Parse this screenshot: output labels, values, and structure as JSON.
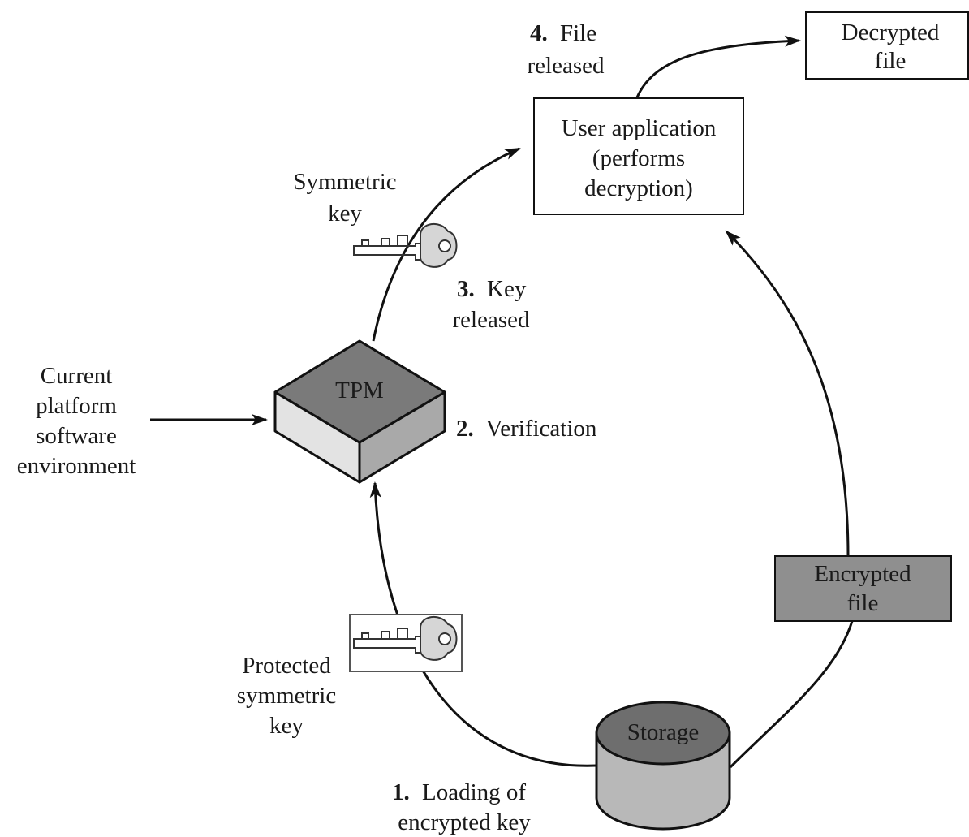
{
  "decrypted_file": {
    "line1": "Decrypted",
    "line2": "file"
  },
  "file_released": {
    "num": "4.",
    "text": "File",
    "line2": "released"
  },
  "user_application": {
    "line1": "User application",
    "line2": "(performs",
    "line3": "decryption)"
  },
  "symmetric_key": {
    "line1": "Symmetric",
    "line2": "key"
  },
  "key_released": {
    "num": "3.",
    "text": "Key",
    "line2": "released"
  },
  "tpm": {
    "label": "TPM"
  },
  "verification": {
    "num": "2.",
    "text": "Verification"
  },
  "platform_env": {
    "line1": "Current",
    "line2": "platform",
    "line3": "software",
    "line4": "environment"
  },
  "encrypted_file": {
    "line1": "Encrypted",
    "line2": "file"
  },
  "protected_key": {
    "line1": "Protected",
    "line2": "symmetric",
    "line3": "key"
  },
  "storage": {
    "label": "Storage"
  },
  "loading": {
    "num": "1.",
    "text": "Loading of",
    "line2": "encrypted key"
  },
  "colors": {
    "tpm_top": "#7a7a7a",
    "tpm_front": "#e3e3e3",
    "tpm_side": "#a9a9a9",
    "encrypted_box": "#8f8f8f",
    "storage_top": "#6e6e6e",
    "storage_body": "#b8b8b8",
    "key": "#d6d6d6"
  }
}
